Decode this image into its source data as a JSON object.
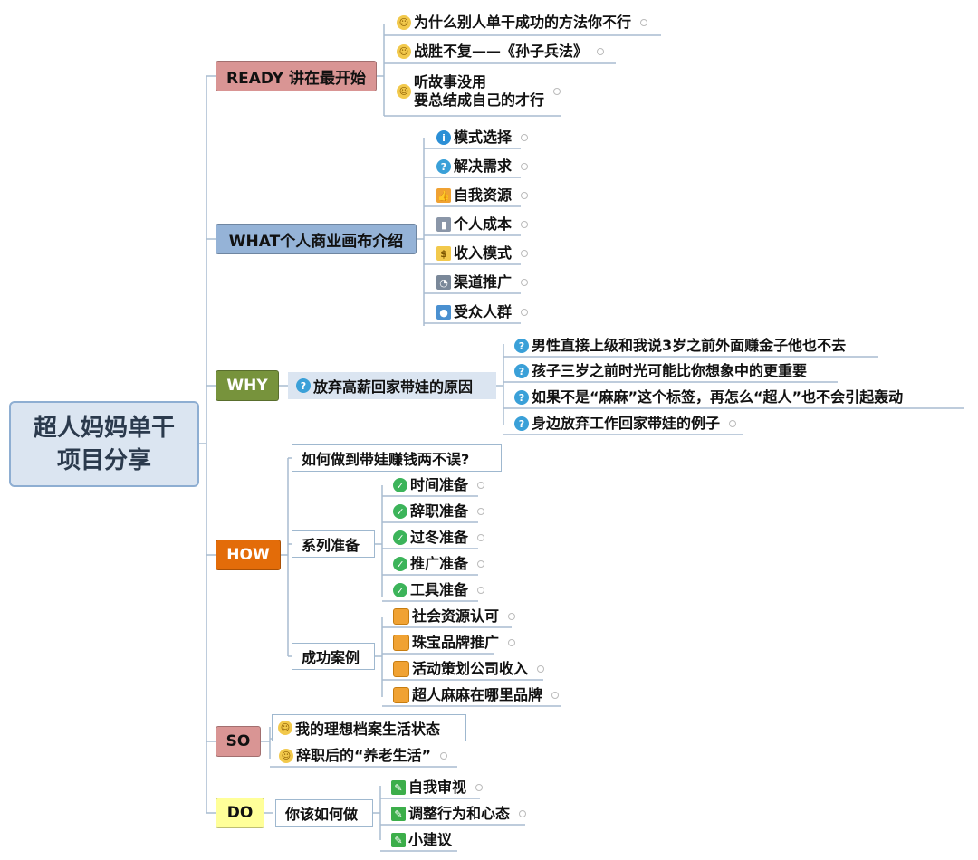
{
  "root": {
    "line1": "超人妈妈单干",
    "line2": "项目分享"
  },
  "branches": {
    "ready": {
      "label": "READY 讲在最开始",
      "color": "#d99594"
    },
    "what": {
      "label": "WHAT个人商业画布介绍",
      "color": "#95b3d7"
    },
    "why": {
      "label": "WHY",
      "color": "#77933c"
    },
    "how": {
      "label": "HOW",
      "color": "#e36c09"
    },
    "so": {
      "label": "SO",
      "color": "#d99594"
    },
    "do": {
      "label": "DO",
      "color": "#ffff99"
    }
  },
  "ready_items": [
    "为什么别人单干成功的方法你不行",
    "战胜不复——《孙子兵法》",
    "听故事没用",
    "要总结成自己的才行"
  ],
  "what_items": [
    "模式选择",
    "解决需求",
    "自我资源",
    "个人成本",
    "收入模式",
    "渠道推广",
    "受众人群"
  ],
  "why_sub": "放弃高薪回家带娃的原因",
  "why_items": [
    "男性直接上级和我说3岁之前外面赚金子他也不去",
    "孩子三岁之前时光可能比你想象中的更重要",
    "如果不是“麻麻”这个标签，再怎么“超人”也不会引起轰动",
    "身边放弃工作回家带娃的例子"
  ],
  "how_sub1": "如何做到带娃赚钱两不误?",
  "how_sub2": "系列准备",
  "how_prep": [
    "时间准备",
    "辞职准备",
    "过冬准备",
    "推广准备",
    "工具准备"
  ],
  "how_sub3": "成功案例",
  "how_cases": [
    "社会资源认可",
    "珠宝品牌推广",
    "活动策划公司收入",
    "超人麻麻在哪里品牌"
  ],
  "so_items": [
    "我的理想档案生活状态",
    "辞职后的“养老生活”"
  ],
  "do_sub": "你该如何做",
  "do_items": [
    "自我审视",
    "调整行为和心态",
    "小建议"
  ]
}
